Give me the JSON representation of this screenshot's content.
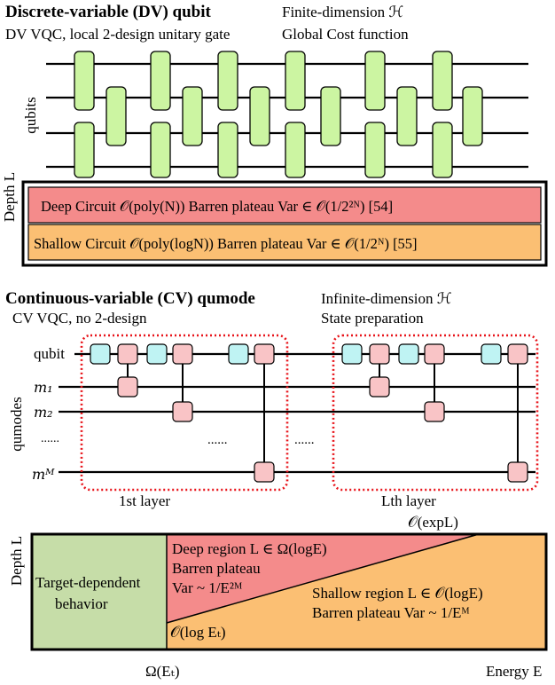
{
  "dv": {
    "title": "Discrete-variable (DV) qubit",
    "subtitle": "DV VQC, local 2-design unitary gate",
    "hilbert": "Finite-dimension ℋ",
    "cost": "Global Cost function",
    "side_label": "qubits",
    "depth_label": "Depth L",
    "deep_row": "Deep Circuit  𝒪(poly(N)) Barren plateau Var ∈ 𝒪(1/2²ᴺ) [54]",
    "shallow_row": "Shallow Circuit 𝒪(poly(logN)) Barren plateau Var ∈ 𝒪(1/2ᴺ) [55]"
  },
  "cv": {
    "title": "Continuous-variable (CV) qumode",
    "subtitle": "CV VQC, no 2-design",
    "hilbert": "Infinite-dimension ℋ",
    "state_prep": "State preparation",
    "row_labels": [
      "qubit",
      "m₁",
      "m₂",
      "......",
      "mᴹ"
    ],
    "side_label": "qumodes",
    "dots_inner": "......",
    "dots_outer": "......",
    "layer1": "1st layer",
    "layerL": "Lth layer"
  },
  "phase": {
    "top_label": "𝒪(expL)",
    "depth_label": "Depth L",
    "target_dep_1": "Target-dependent",
    "target_dep_2": "behavior",
    "deep_1": "Deep region L ∈ Ω(logE)",
    "deep_2": "Barren plateau",
    "deep_3": "Var ~ 1/E²ᴹ",
    "shallow_1": "Shallow region L ∈ 𝒪(logE)",
    "shallow_2": "Barren plateau Var ~ 1/Eᴹ",
    "boundary_label": "𝒪(log Eₜ)",
    "omega_label": "Ω(Eₜ)",
    "energy_label": "Energy E"
  },
  "colors": {
    "gate_green": "#ccf5a2",
    "cyan_gate": "#bff3f3",
    "pink_gate": "#f9c4c6",
    "deep_red": "#f48b8b",
    "shallow_orange": "#fbbf73",
    "target_green": "#c6dda8",
    "dotted_red": "#e8141a"
  }
}
